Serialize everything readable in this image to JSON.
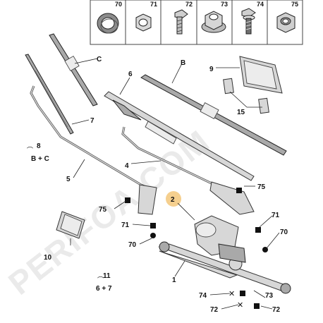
{
  "legend_box": {
    "columns": [
      "70",
      "71",
      "72",
      "73",
      "74",
      "75"
    ]
  },
  "callouts": {
    "c": "C",
    "b": "B",
    "n6": "6",
    "n9": "9",
    "n15": "15",
    "n7": "7",
    "n8": "8",
    "n8_sub": "B + C",
    "n5": "5",
    "n4": "4",
    "n2": "2",
    "n75_right": "75",
    "n75_left": "75",
    "n71_left": "71",
    "n70_left": "70",
    "n71_right": "71",
    "n70_right": "70",
    "n10": "10",
    "n1": "1",
    "n11": "11",
    "n11_sub": "6 + 7",
    "n74": "74",
    "n73": "73",
    "n72_left": "72",
    "n72_right": "72"
  },
  "watermark": "PERIFOA.COM",
  "colors": {
    "highlight_circle": "#f5cf8e",
    "marker": "#111111"
  }
}
